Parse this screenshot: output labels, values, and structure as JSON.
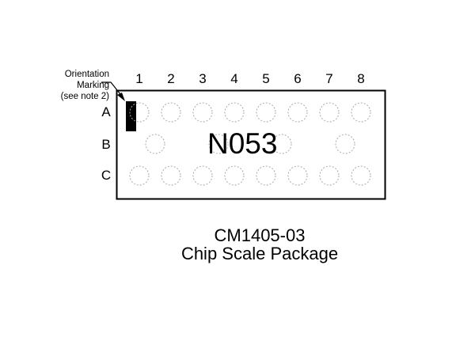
{
  "columns": [
    "1",
    "2",
    "3",
    "4",
    "5",
    "6",
    "7",
    "8"
  ],
  "rows": [
    "A",
    "B",
    "C"
  ],
  "orientation_note": {
    "line1": "Orientation",
    "line2": "Marking",
    "line3": "(see note 2)"
  },
  "marking_text": "N053",
  "caption": {
    "part_number": "CM1405-03",
    "package": "Chip Scale Package"
  },
  "balls": {
    "row_A_cols": [
      1,
      2,
      3,
      4,
      5,
      6,
      7,
      8
    ],
    "row_B_positions": [
      "1.5",
      "3.5",
      "5.5",
      "7.5"
    ],
    "row_C_cols": [
      1,
      2,
      3,
      4,
      5,
      6,
      7,
      8
    ]
  },
  "colors": {
    "outline": "#000000",
    "ball_outline": "#aaaaaa",
    "pin1_marker": "#000000"
  }
}
